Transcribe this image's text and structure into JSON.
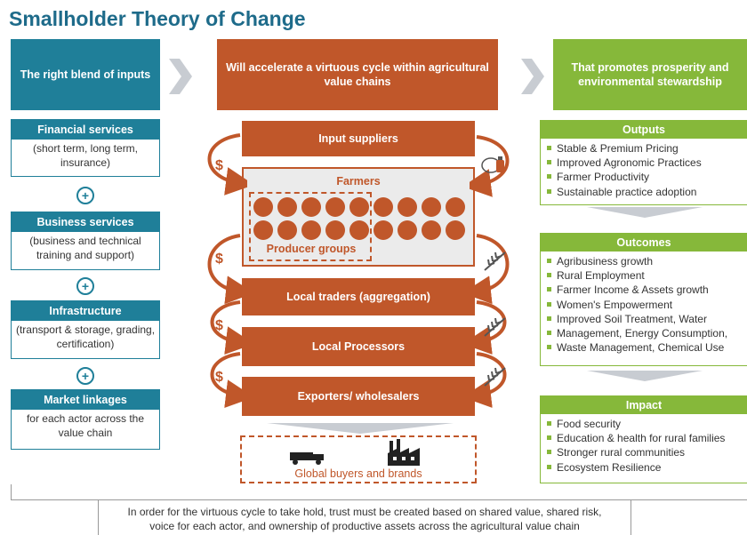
{
  "title": "Smallholder Theory of Change",
  "col_headers": {
    "left": "The right blend of inputs",
    "middle": "Will accelerate a virtuous cycle within agricultural value chains",
    "right": "That promotes prosperity and environmental stewardship"
  },
  "inputs": [
    {
      "heading": "Financial services",
      "body": "(short term, long term, insurance)"
    },
    {
      "heading": "Business services",
      "body": "(business and technical training and support)"
    },
    {
      "heading": "Infrastructure",
      "body": "(transport & storage, grading, certification)"
    },
    {
      "heading": "Market linkages",
      "body": "for each actor across the value chain"
    }
  ],
  "plus_symbol": "+",
  "value_chain": {
    "input_suppliers": "Input suppliers",
    "farmers": "Farmers",
    "producer_groups": "Producer groups",
    "local_traders": "Local traders (aggregation)",
    "local_processors": "Local Processors",
    "exporters": "Exporters/ wholesalers",
    "global_buyers": "Global buyers and brands",
    "money_symbol": "$"
  },
  "results": [
    {
      "heading": "Outputs",
      "items": [
        "Stable & Premium Pricing",
        "Improved Agronomic Practices",
        "Farmer Productivity",
        "Sustainable practice adoption"
      ]
    },
    {
      "heading": "Outcomes",
      "items": [
        "Agribusiness growth",
        "Rural Employment",
        "Farmer Income & Assets growth",
        "Women's Empowerment",
        "Improved Soil Treatment, Water",
        "Management, Energy Consumption,",
        "Waste Management, Chemical Use"
      ]
    },
    {
      "heading": "Impact",
      "items": [
        "Food security",
        "Education & health for rural families",
        "Stronger rural communities",
        "Ecosystem Resilience"
      ]
    }
  ],
  "footer": {
    "line1": "In order for the virtuous cycle to take hold, trust must be created based on shared value, shared risk,",
    "line2": "voice for each actor, and ownership of productive assets across the agricultural value chain"
  },
  "colors": {
    "teal": "#1f7f99",
    "orange": "#c0572a",
    "green": "#86b83a",
    "grey_arrow": "#c8ccd2"
  },
  "icons": [
    "chevron-arrow-icon",
    "fertilizer-sprayer-icon",
    "wheat-icon",
    "dollar-icon",
    "truck-icon",
    "factory-icon"
  ]
}
